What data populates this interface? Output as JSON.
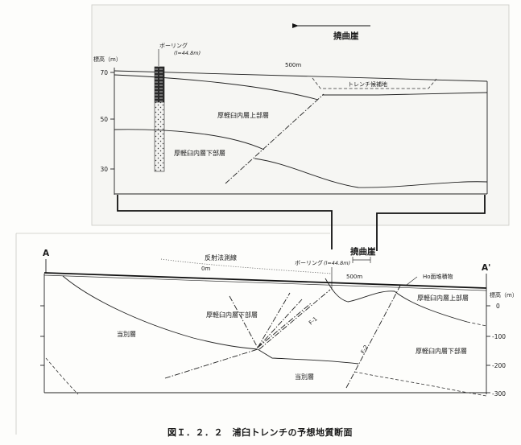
{
  "figure": {
    "caption": "図Ｉ．２．２　浦臼トレンチの予想地質断面"
  },
  "top_section": {
    "flexure_label": "撓曲崖",
    "elevation_label": "標高（m）",
    "elevation_ticks": [
      "70",
      "50",
      "30"
    ],
    "boring_label": "ボーリング",
    "boring_length": "(l=44.8m)",
    "scale_label": "500m",
    "trench_site_label": "トレンチ候補地",
    "upper_layer_label": "厚軽臼内層上部層",
    "lower_layer_label": "厚軽臼内層下部層"
  },
  "bottom_section": {
    "flexure_label": "撓曲崖",
    "start_label": "A",
    "end_label": "A'",
    "survey_line_label": "反射法測線",
    "survey_zero_label": "0m",
    "boring_label": "ボーリング",
    "boring_length": "(l=44.8m)",
    "scale_label": "500m",
    "ho_deposit_label": "Ho面堆積物",
    "elevation_label": "標高（m）",
    "elevation_ticks": [
      "0",
      "-100",
      "-200",
      "-300"
    ],
    "layers": {
      "upper": "厚軽臼内層上部層",
      "lower_west": "厚軽臼内層下部層",
      "lower_east": "厚軽臼内層下部層",
      "toubetsu_west": "当別層",
      "toubetsu_center": "当別層"
    },
    "faults": [
      "F-1",
      "F-2"
    ]
  }
}
